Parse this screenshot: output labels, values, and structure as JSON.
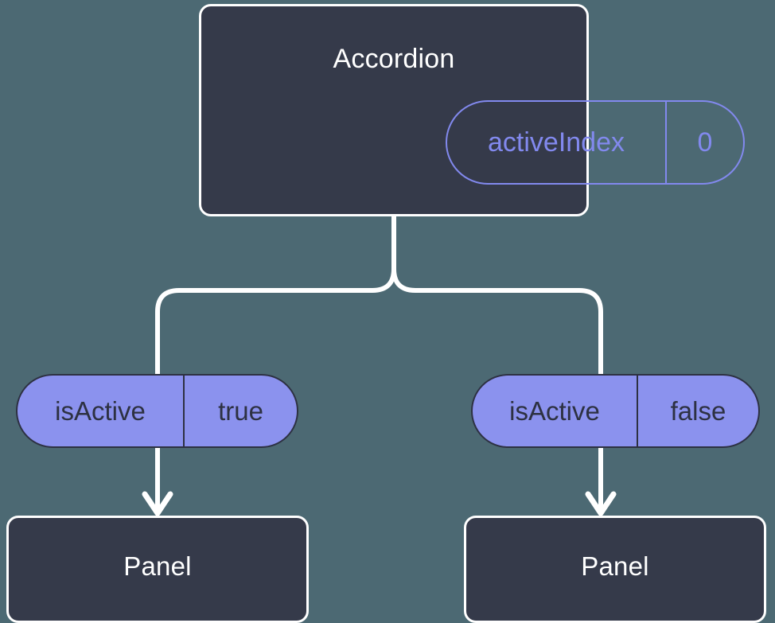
{
  "canvas": {
    "background_color": "#4c6973",
    "card_color": "#353a4a",
    "card_border_color": "#ffffff",
    "accent_color": "#8b92ee",
    "accent_outline_color": "#8289ee",
    "dark_text_color": "#2d3142",
    "connector_color": "#ffffff"
  },
  "root": {
    "title": "Accordion",
    "state": {
      "key": "activeIndex",
      "value": "0"
    }
  },
  "branches": [
    {
      "prop": {
        "key": "isActive",
        "value": "true"
      },
      "child": {
        "title": "Panel"
      }
    },
    {
      "prop": {
        "key": "isActive",
        "value": "false"
      },
      "child": {
        "title": "Panel"
      }
    }
  ]
}
